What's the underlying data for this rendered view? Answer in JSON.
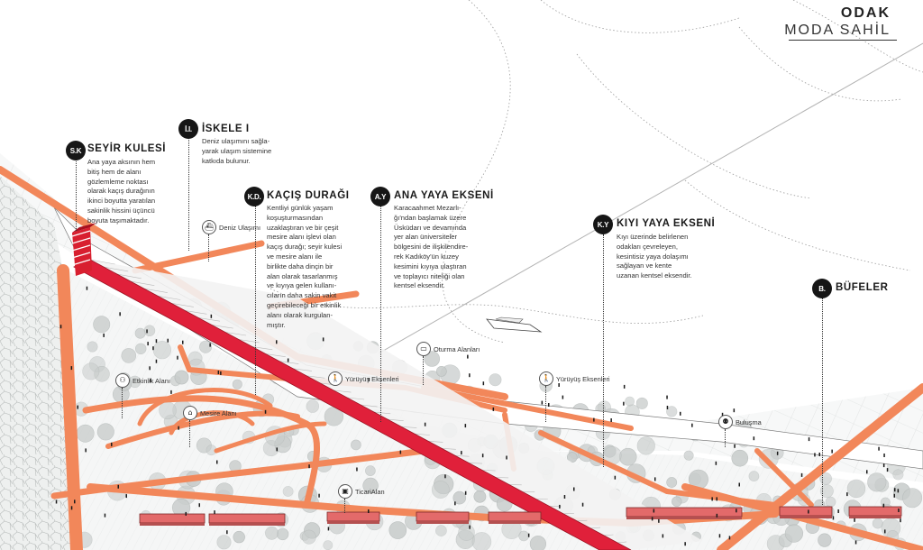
{
  "header": {
    "title": "ODAK",
    "subtitle": "MODA SAHİL"
  },
  "callouts": [
    {
      "id": "sk",
      "code": "S.K",
      "title": "SEYİR KULESİ",
      "text": "Ana yaya aksının hem\nbitiş hem de alanı\ngözlemleme noktası\nolarak kaçış durağının\nikinci boyutta yaratılan\nsakinlik hissini üçüncü\nboyuta taşımaktadır."
    },
    {
      "id": "ii",
      "code": "İ.I.",
      "title": "İSKELE I",
      "text": "Deniz ulaşımını sağla-\nyarak ulaşım sistemine\nkatkıda bulunur."
    },
    {
      "id": "kd",
      "code": "K.D.",
      "title": "KAÇIŞ DURAĞI",
      "text": "Kentliyi günlük yaşam\nkoşuşturmasından\nuzaklaştıran ve bir çeşit\nmesire alanı işlevi olan\nkaçış durağı; seyir kulesi\nve mesire alanı ile\nbirlikte daha dinçin bir\nalan olarak tasarlanmış\nve kıyıya gelen kullanı-\ncıların daha sakin vakit\ngeçirebileceği bir etkinlik\nalanı olarak kurgulan-\nmıştır."
    },
    {
      "id": "ay",
      "code": "A.Y",
      "title": "ANA YAYA EKSENİ",
      "text": "Karacaahmet Mezarlı-\nğı'ndan başlamak üzere\nÜsküdarı ve devamında\nyer alan üniversiteler\nbölgesini de ilişkilendire-\nrek Kadıköy'ün kuzey\nkesimini kıyıya ulaştıran\nve toplayıcı niteliği olan\nkentsel eksendir."
    },
    {
      "id": "ky",
      "code": "K.Y",
      "title": "KIYI YAYA EKSENİ",
      "text": "Kıyı üzerinde belirlenen\nodakları çevreleyen,\nkesintisiz yaya dolaşımı\nsağlayan ve kente\nuzanan kentsel eksendir."
    },
    {
      "id": "b",
      "code": "B.",
      "title": "BÜFELER",
      "text": ""
    }
  ],
  "zones": [
    {
      "id": "deniz",
      "label": "Deniz Ulaşımı",
      "icon": "ferry-icon"
    },
    {
      "id": "oturma",
      "label": "Oturma Alanları",
      "icon": "bench-icon"
    },
    {
      "id": "yuruyus1",
      "label": "Yürüyüş Eksenleri",
      "icon": "walker-icon"
    },
    {
      "id": "yuruyus2",
      "label": "Yürüyüş Eksenleri",
      "icon": "walker-icon"
    },
    {
      "id": "etkinlik",
      "label": "Etkinlik Alanı",
      "icon": "people-icon"
    },
    {
      "id": "mesire",
      "label": "Mesire Alanı",
      "icon": "picnic-icon"
    },
    {
      "id": "bulusma",
      "label": "Buluşma",
      "icon": "meeting-icon"
    },
    {
      "id": "ticari",
      "label": "TicariAlan",
      "icon": "shop-icon"
    }
  ],
  "colors": {
    "path": "#f2875a",
    "main_axis": "#e0203a",
    "tower": "#d81f2f",
    "kiosk": "#e36a6a",
    "tree": "#c9cdcc",
    "water_lines": "#9a9a9a",
    "text": "#222222",
    "badge": "#161616"
  }
}
